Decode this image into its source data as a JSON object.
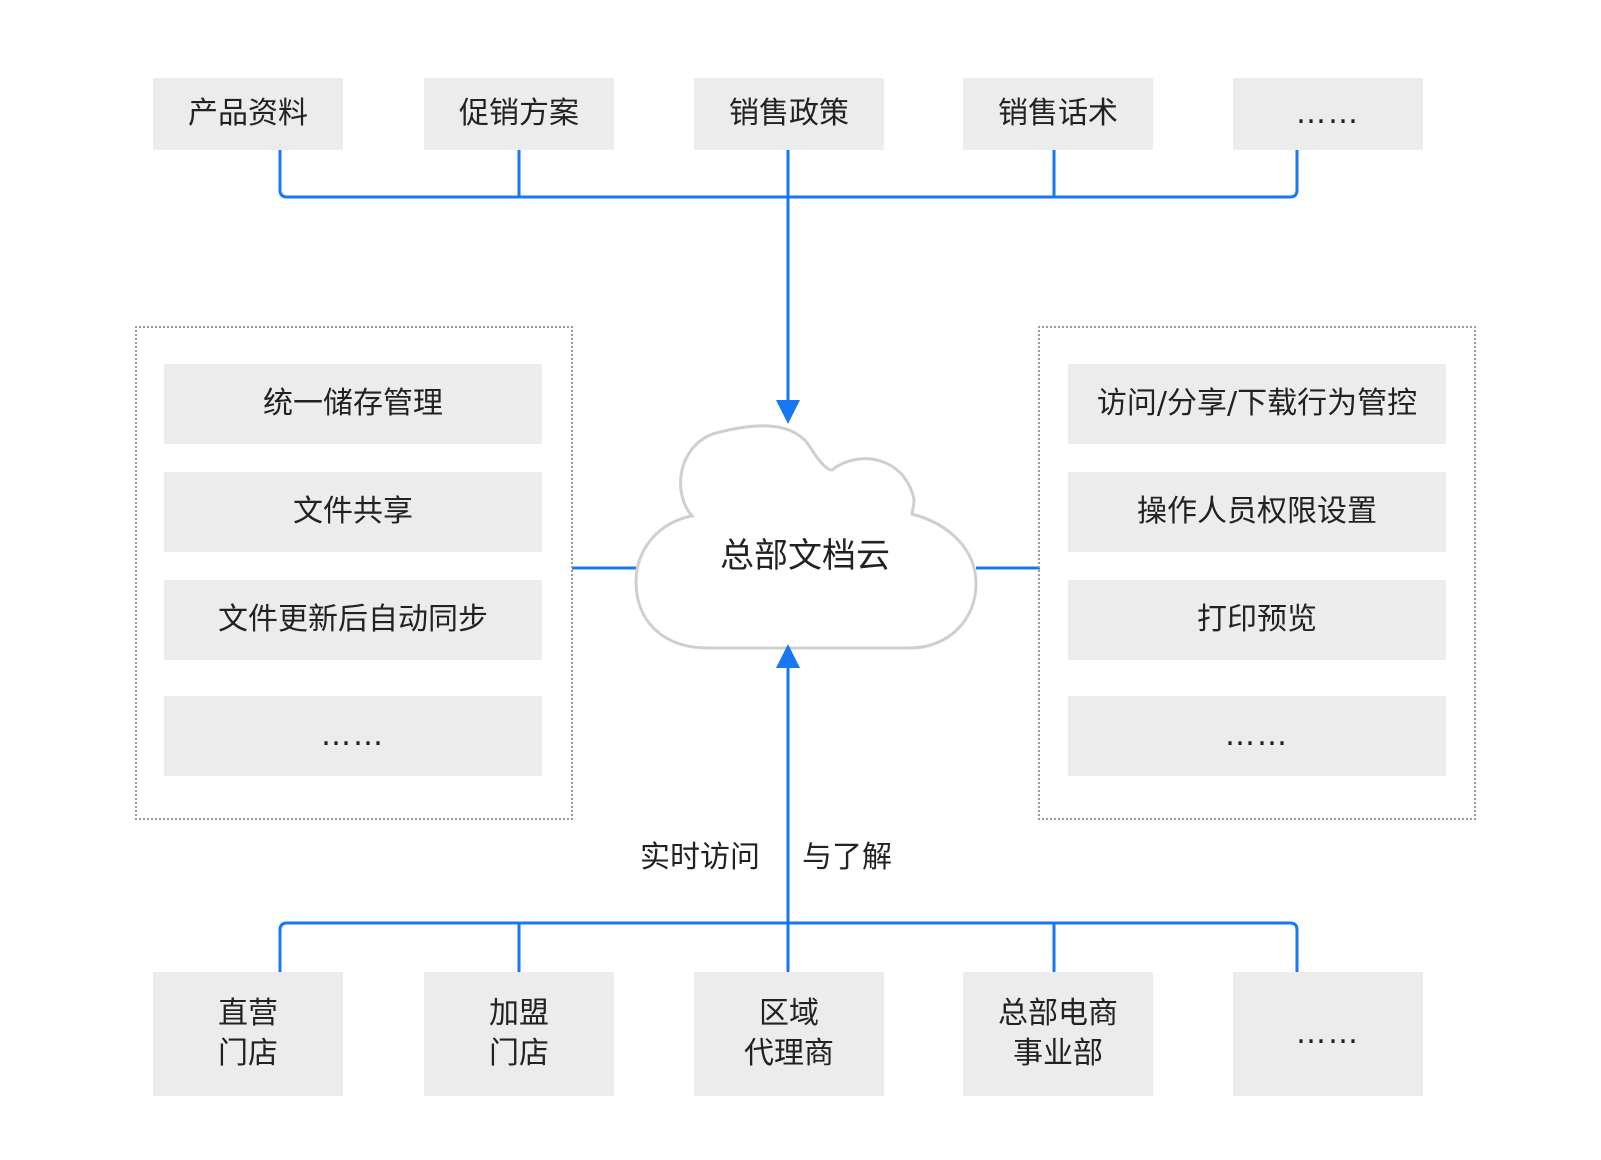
{
  "colors": {
    "connector": "#1877f2",
    "box_fill": "#ececec",
    "cloud_stroke": "#cfcfcf",
    "panel_border": "#9a9a9a"
  },
  "top_row": [
    {
      "label": "产品资料"
    },
    {
      "label": "促销方案"
    },
    {
      "label": "销售政策"
    },
    {
      "label": "销售话术"
    },
    {
      "label": "……"
    }
  ],
  "left_panel": [
    {
      "label": "统一储存管理"
    },
    {
      "label": "文件共享"
    },
    {
      "label": "文件更新后自动同步"
    },
    {
      "label": "……"
    }
  ],
  "right_panel": [
    {
      "label": "访问/分享/下载行为管控"
    },
    {
      "label": "操作人员权限设置"
    },
    {
      "label": "打印预览"
    },
    {
      "label": "……"
    }
  ],
  "center": {
    "label": "总部文档云",
    "icon": "cloud-icon"
  },
  "caption": {
    "left": "实时访问",
    "right": "与了解"
  },
  "bottom_row": [
    {
      "line1": "直营",
      "line2": "门店"
    },
    {
      "line1": "加盟",
      "line2": "门店"
    },
    {
      "line1": "区域",
      "line2": "代理商"
    },
    {
      "line1": "总部电商",
      "line2": "事业部"
    },
    {
      "line1": "……",
      "line2": ""
    }
  ]
}
